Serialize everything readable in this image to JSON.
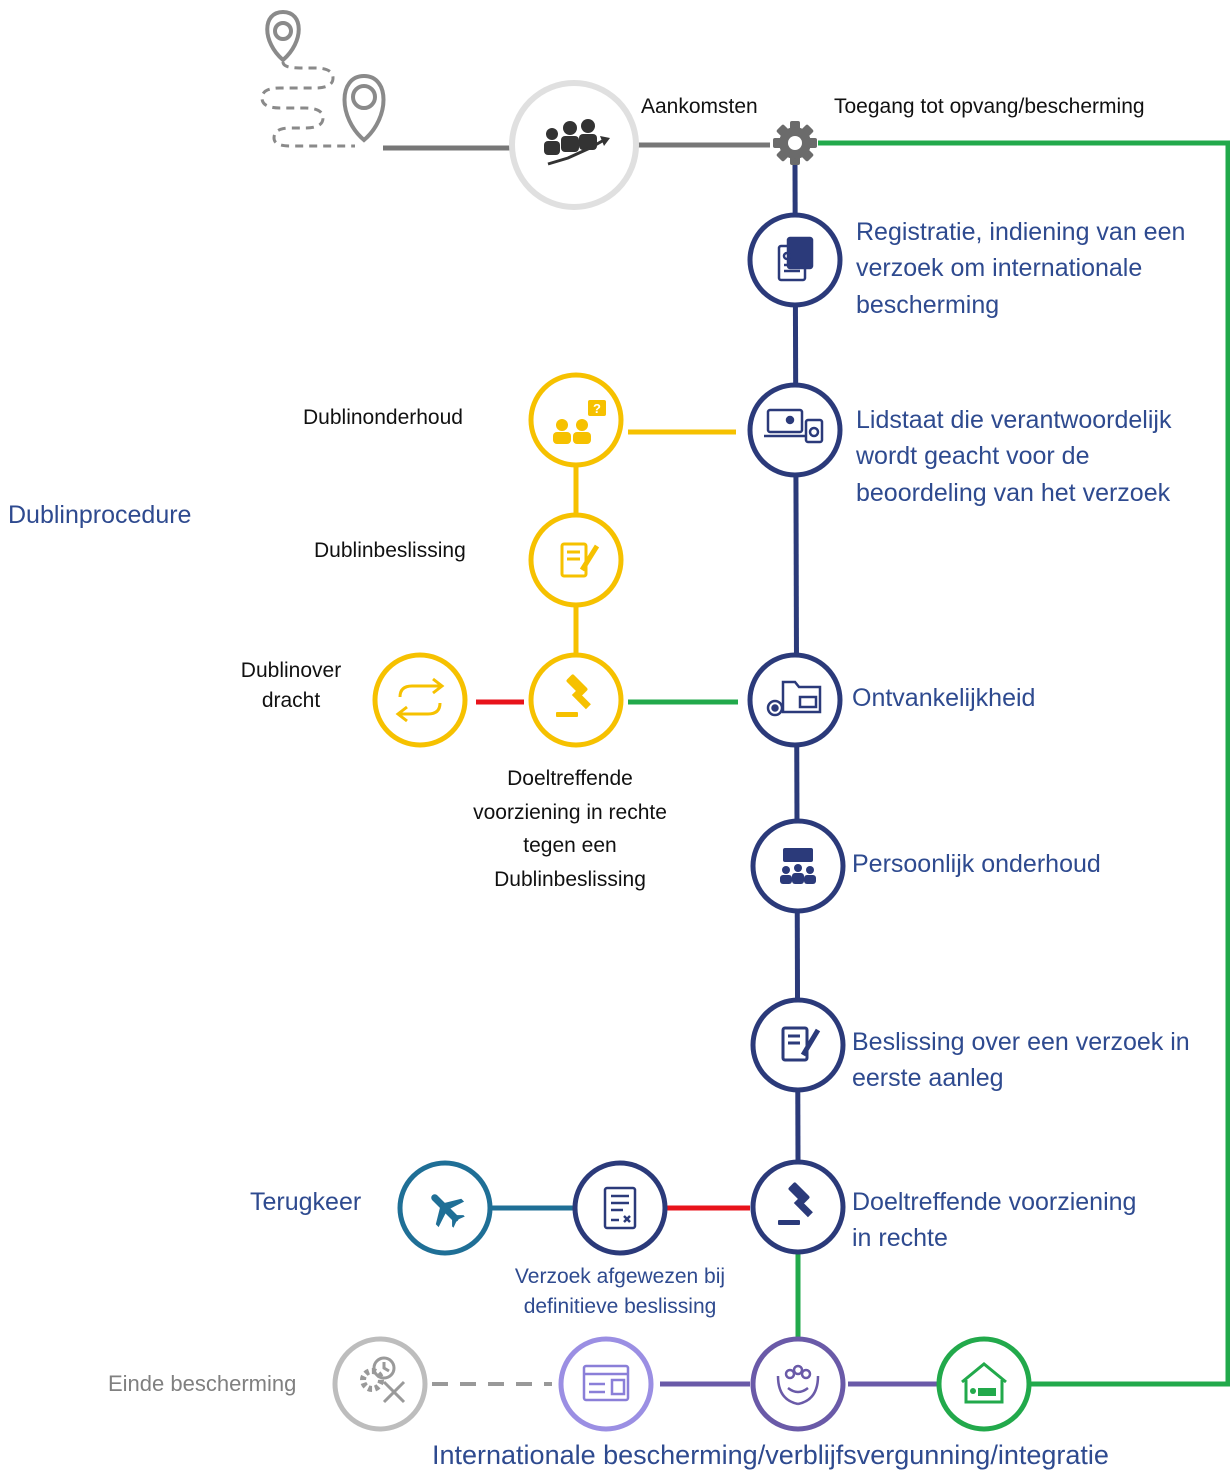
{
  "colors": {
    "navy": "#2b3a7a",
    "yellow": "#f6c100",
    "green": "#22a94b",
    "red": "#e8131b",
    "teal": "#1f6f96",
    "purple": "#6a5aa8",
    "grey": "#8a8a8a",
    "label_blue": "#2e4a8f"
  },
  "labels": {
    "aankomsten": "Aankomsten",
    "toegang": "Toegang tot opvang/bescherming",
    "registratie": "Registratie, indiening van een verzoek om internationale bescherming",
    "lidstaat": "Lidstaat die verantwoordelijk wordt geacht voor de beoordeling van het verzoek",
    "dublinprocedure": "Dublinprocedure",
    "dublinonderhoud": "Dublinonderhoud",
    "dublinbeslissing": "Dublinbeslissing",
    "dublinoverdracht": "Dublinover dracht",
    "doeltreffende_dublin": "Doeltreffende voorziening in rechte tegen een Dublinbeslissing",
    "ontvankelijkheid": "Ontvankelijkheid",
    "persoonlijk": "Persoonlijk onderhoud",
    "beslissing": "Beslissing over een verzoek in eerste aanleg",
    "terugkeer": "Terugkeer",
    "doeltreffende": "Doeltreffende voorziening in rechte",
    "afgewezen": "Verzoek afgewezen bij definitieve beslissing",
    "einde": "Einde bescherming",
    "internationale": "Internationale bescherming/verblijfsvergunning/integratie"
  }
}
